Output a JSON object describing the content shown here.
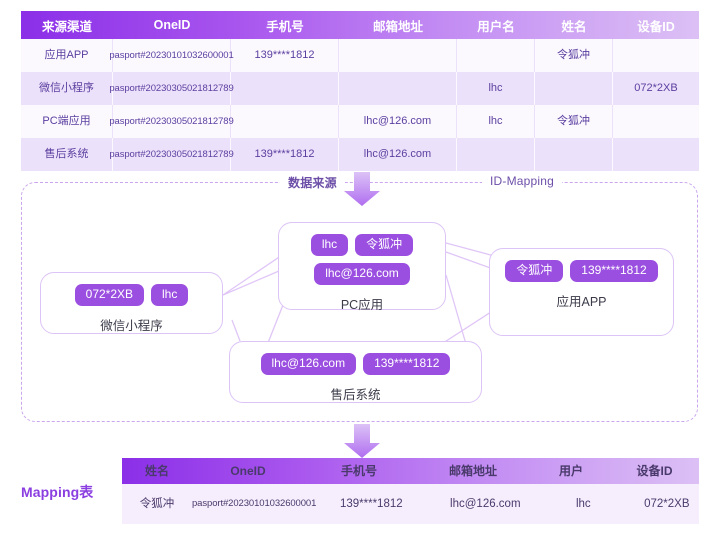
{
  "source_table": {
    "headers": [
      "来源渠道",
      "OneID",
      "手机号",
      "邮箱地址",
      "用户名",
      "姓名",
      "设备ID"
    ],
    "rows": [
      {
        "channel": "应用APP",
        "oneid": "pasport#20230101032600001",
        "phone": "139****1812",
        "email": "",
        "username": "",
        "name": "令狐冲",
        "device": ""
      },
      {
        "channel": "微信小程序",
        "oneid": "pasport#20230305021812789",
        "phone": "",
        "email": "",
        "username": "lhc",
        "name": "",
        "device": "072*2XB"
      },
      {
        "channel": "PC端应用",
        "oneid": "pasport#20230305021812789",
        "phone": "",
        "email": "lhc@126.com",
        "username": "lhc",
        "name": "令狐冲",
        "device": ""
      },
      {
        "channel": "售后系统",
        "oneid": "pasport#20230305021812789",
        "phone": "139****1812",
        "email": "lhc@126.com",
        "username": "",
        "name": "",
        "device": ""
      }
    ]
  },
  "diagram": {
    "label_source": "数据来源",
    "label_mapping": "ID-Mapping",
    "arrow_top_icon": "down-arrow-icon",
    "arrow_bottom_icon": "down-arrow-icon",
    "nodes": [
      {
        "id": "wechat",
        "name": "微信小程序",
        "pills": [
          "072*2XB",
          "lhc"
        ]
      },
      {
        "id": "pc",
        "name": "PC应用",
        "pills": [
          "lhc",
          "令狐冲",
          "lhc@126.com"
        ]
      },
      {
        "id": "app",
        "name": "应用APP",
        "pills": [
          "令狐冲",
          "139****1812"
        ]
      },
      {
        "id": "after",
        "name": "售后系统",
        "pills": [
          "lhc@126.com",
          "139****1812"
        ]
      }
    ]
  },
  "mapping_table": {
    "title": "Mapping表",
    "headers": [
      "姓名",
      "OneID",
      "手机号",
      "邮箱地址",
      "用户",
      "设备ID"
    ],
    "row": {
      "name": "令狐冲",
      "oneid": "pasport#20230101032600001",
      "phone": "139****1812",
      "email": "lhc@126.com",
      "username": "lhc",
      "device": "072*2XB"
    }
  },
  "colors": {
    "header_gradient_start": "#8b2fe8",
    "header_gradient_end": "#dcc0f5",
    "pill": "#9b4fe0",
    "row_odd": "#fbf8fe",
    "row_even": "#ece1fa",
    "dashed_border": "#c9a6ee",
    "node_border": "#ddc4f6",
    "accent_text": "#8b3fe0"
  }
}
